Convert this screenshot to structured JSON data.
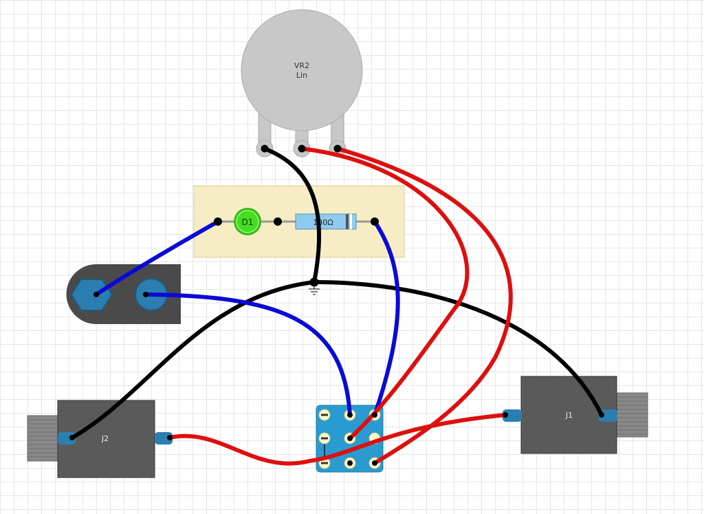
{
  "components": {
    "pot": {
      "label_top": "VR2",
      "label_bottom": "Lin"
    },
    "led": {
      "label": "D1",
      "color": "#44dd22"
    },
    "resistor": {
      "label": "180Ω",
      "color": "#8ecbf0"
    },
    "jack_left": {
      "label": "J2"
    },
    "jack_right": {
      "label": "J1"
    }
  },
  "colors": {
    "wire_black": "#000000",
    "wire_blue": "#0a0ad6",
    "wire_red": "#dd0f0f",
    "stripboard": "#f7edc4",
    "switch_body": "#2a9bd0",
    "jack_body": "#5a5a5a",
    "pot_body": "#c8c8c8"
  }
}
